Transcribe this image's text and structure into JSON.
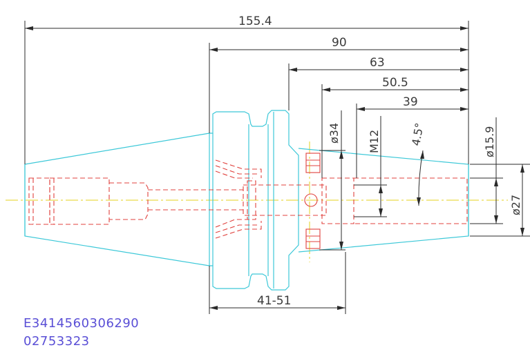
{
  "dimensions": {
    "overall_length": "155.4",
    "length_90": "90",
    "length_63": "63",
    "length_50_5": "50.5",
    "length_39": "39",
    "range_41_51": "41-51",
    "dia_34": "ø34",
    "thread_m12": "M12",
    "angle_4_5": "4.5°",
    "dia_15_9": "ø15.9",
    "dia_27": "ø27"
  },
  "reference": {
    "part_code": "E3414560306290",
    "serial": "02753323"
  },
  "colors": {
    "body_outline": "#3cc8d8",
    "hidden_lines": "#e0403c",
    "centerline": "#e6d21e",
    "dimension_lines": "#2a2a2a",
    "reference_text": "#5a4fd6"
  }
}
